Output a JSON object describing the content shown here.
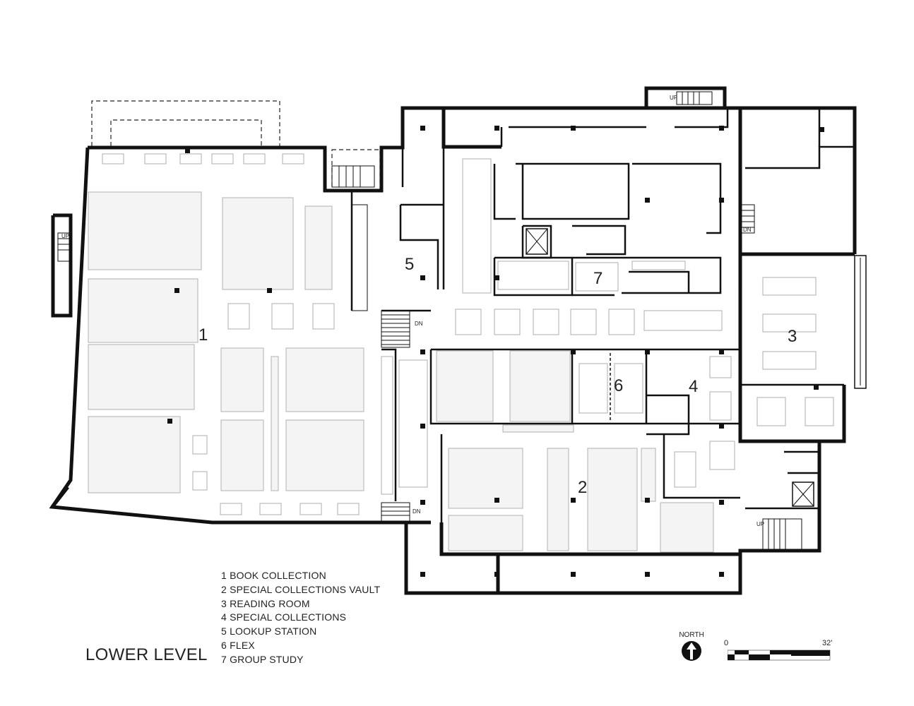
{
  "plan": {
    "title": "LOWER LEVEL",
    "room_numbers": [
      "1",
      "2",
      "3",
      "4",
      "5",
      "6",
      "7"
    ],
    "legend": [
      "1 BOOK COLLECTION",
      "2 SPECIAL COLLECTIONS VAULT",
      "3 READING ROOM",
      "4 SPECIAL COLLECTIONS",
      "5 LOOKUP STATION",
      "6 FLEX",
      "7 GROUP STUDY"
    ],
    "stair_labels": {
      "up_west": "UP",
      "up_north": "UP",
      "up_southeast": "UP",
      "dn_center": "DN",
      "dn_east": "DN",
      "dn_south": "DN"
    },
    "north_label": "NORTH",
    "north_icon": "north-arrow-icon",
    "scale": {
      "start": "0",
      "end": "32’"
    }
  }
}
